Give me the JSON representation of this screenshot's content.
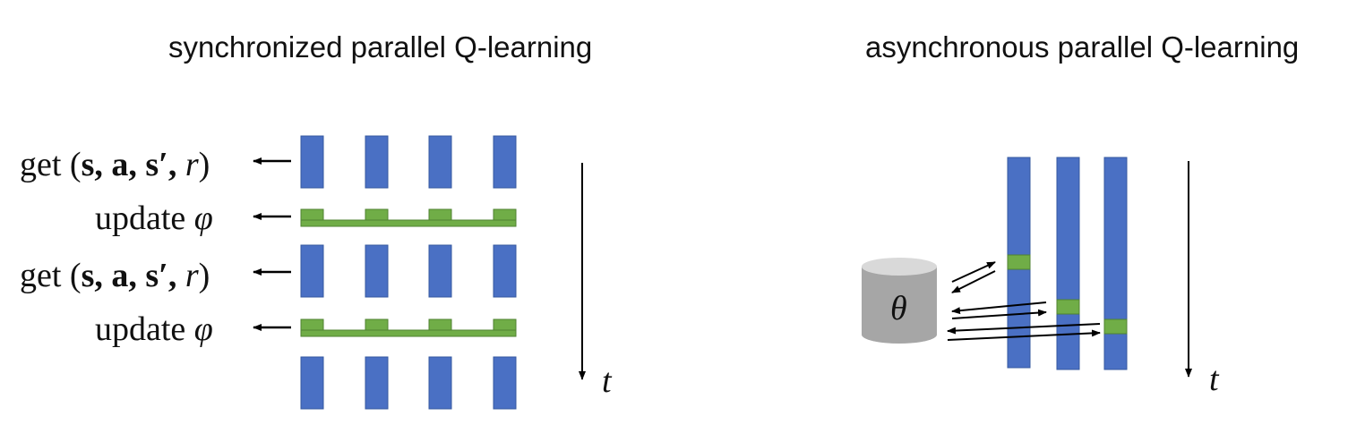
{
  "left_panel": {
    "title": "synchronized parallel Q-learning",
    "rows": [
      {
        "kind": "get",
        "label_prefix": "get (",
        "label_vars": "s, a, s′,",
        "label_r": "r",
        "label_close": ")"
      },
      {
        "kind": "update",
        "label_prefix": "update",
        "label_var": "φ"
      },
      {
        "kind": "get",
        "label_prefix": "get (",
        "label_vars": "s, a, s′,",
        "label_r": "r",
        "label_close": ")"
      },
      {
        "kind": "update",
        "label_prefix": "update",
        "label_var": "φ"
      }
    ],
    "time_label": "t"
  },
  "right_panel": {
    "title": "asynchronous parallel Q-learning",
    "store_label": "θ",
    "time_label": "t"
  },
  "colors": {
    "worker": "#4a70c4",
    "worker_stroke": "#35589f",
    "update": "#70ad47",
    "update_stroke": "#4f8232",
    "store_top": "#d9d9d9",
    "store_body": "#a6a6a6"
  }
}
